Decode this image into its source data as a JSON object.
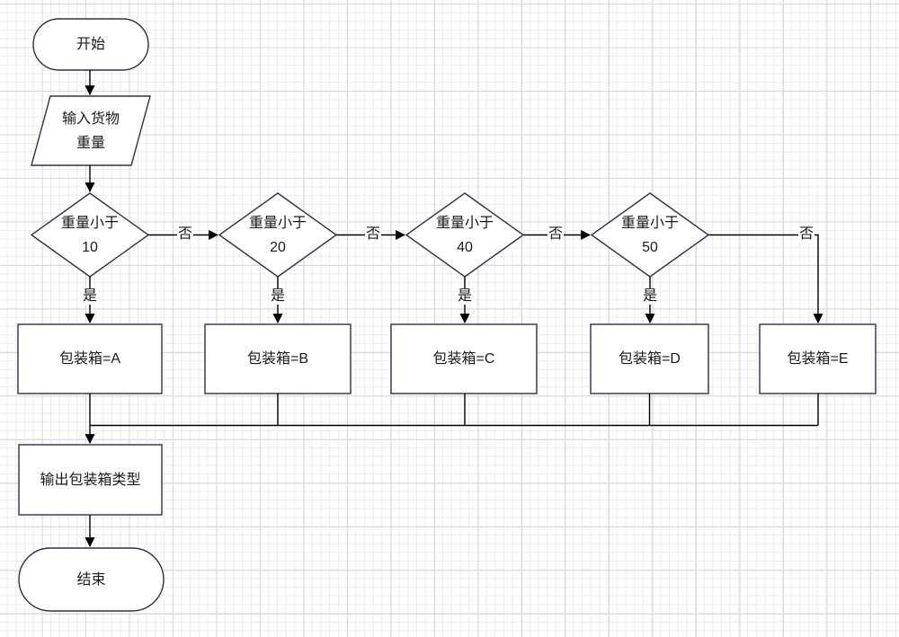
{
  "diagram": {
    "nodes": {
      "start": {
        "label": "开始",
        "type": "terminator"
      },
      "input_weight": {
        "label": "输入货物\n重量",
        "type": "input-output"
      },
      "decision_10": {
        "label": "重量小于\n10",
        "type": "decision"
      },
      "decision_20": {
        "label": "重量小于\n20",
        "type": "decision"
      },
      "decision_40": {
        "label": "重量小于\n40",
        "type": "decision"
      },
      "decision_50": {
        "label": "重量小于\n50",
        "type": "decision"
      },
      "box_a": {
        "label": "包装箱=A",
        "type": "process"
      },
      "box_b": {
        "label": "包装箱=B",
        "type": "process"
      },
      "box_c": {
        "label": "包装箱=C",
        "type": "process"
      },
      "box_d": {
        "label": "包装箱=D",
        "type": "process"
      },
      "box_e": {
        "label": "包装箱=E",
        "type": "process"
      },
      "output_type": {
        "label": "输出包装箱类型",
        "type": "process"
      },
      "end": {
        "label": "结束",
        "type": "terminator"
      }
    },
    "edge_labels": {
      "yes": "是",
      "no": "否"
    },
    "colors": {
      "shape_border": "#2e2e52",
      "shape_fill": "#ffffff",
      "connector": "#000000",
      "text": "#1a1a1a",
      "grid_minor": "#ececec",
      "grid_major": "#d9d9d9",
      "background": "#ffffff"
    }
  }
}
